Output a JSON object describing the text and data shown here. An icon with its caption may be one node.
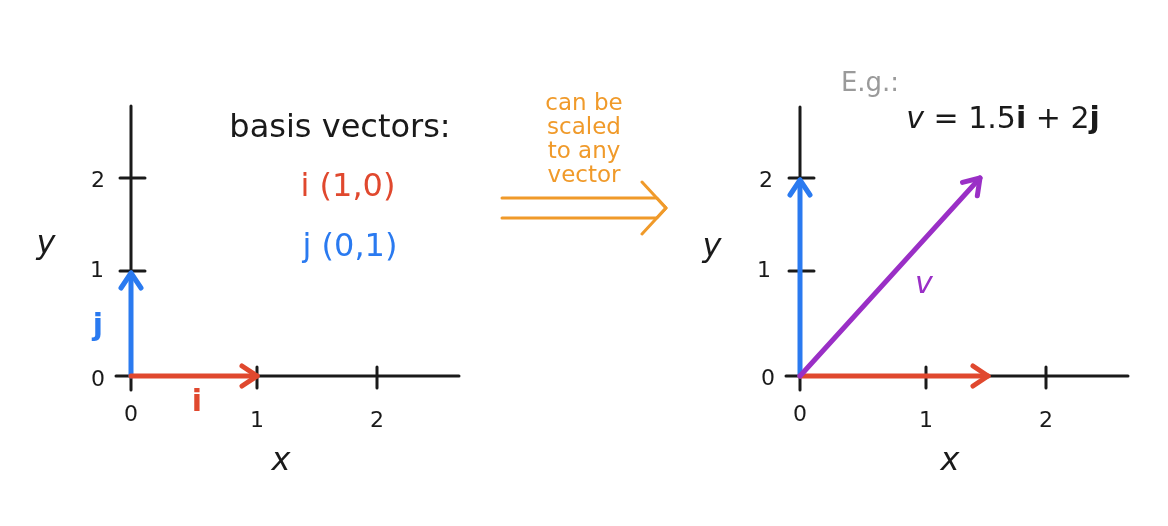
{
  "diagram": {
    "nodes": [
      {
        "text": [
          "basis vectors:",
          "i (1,0)",
          "j (0,1)",
          "2",
          "y",
          "1",
          "j",
          "0",
          "i",
          "0",
          "1",
          "2",
          "x"
        ]
      },
      {
        "text": [
          "E.g.:",
          "*v* = 1.5**i** + 2**j**",
          "2",
          "y",
          "1",
          "v",
          "0",
          "0",
          "1",
          "2",
          "x"
        ]
      }
    ],
    "edges": [
      {
        "from": 0,
        "to": 1,
        "arrow": "to",
        "label": "can be scaled to any vector",
        "color": "#f09a2a"
      }
    ]
  }
}
